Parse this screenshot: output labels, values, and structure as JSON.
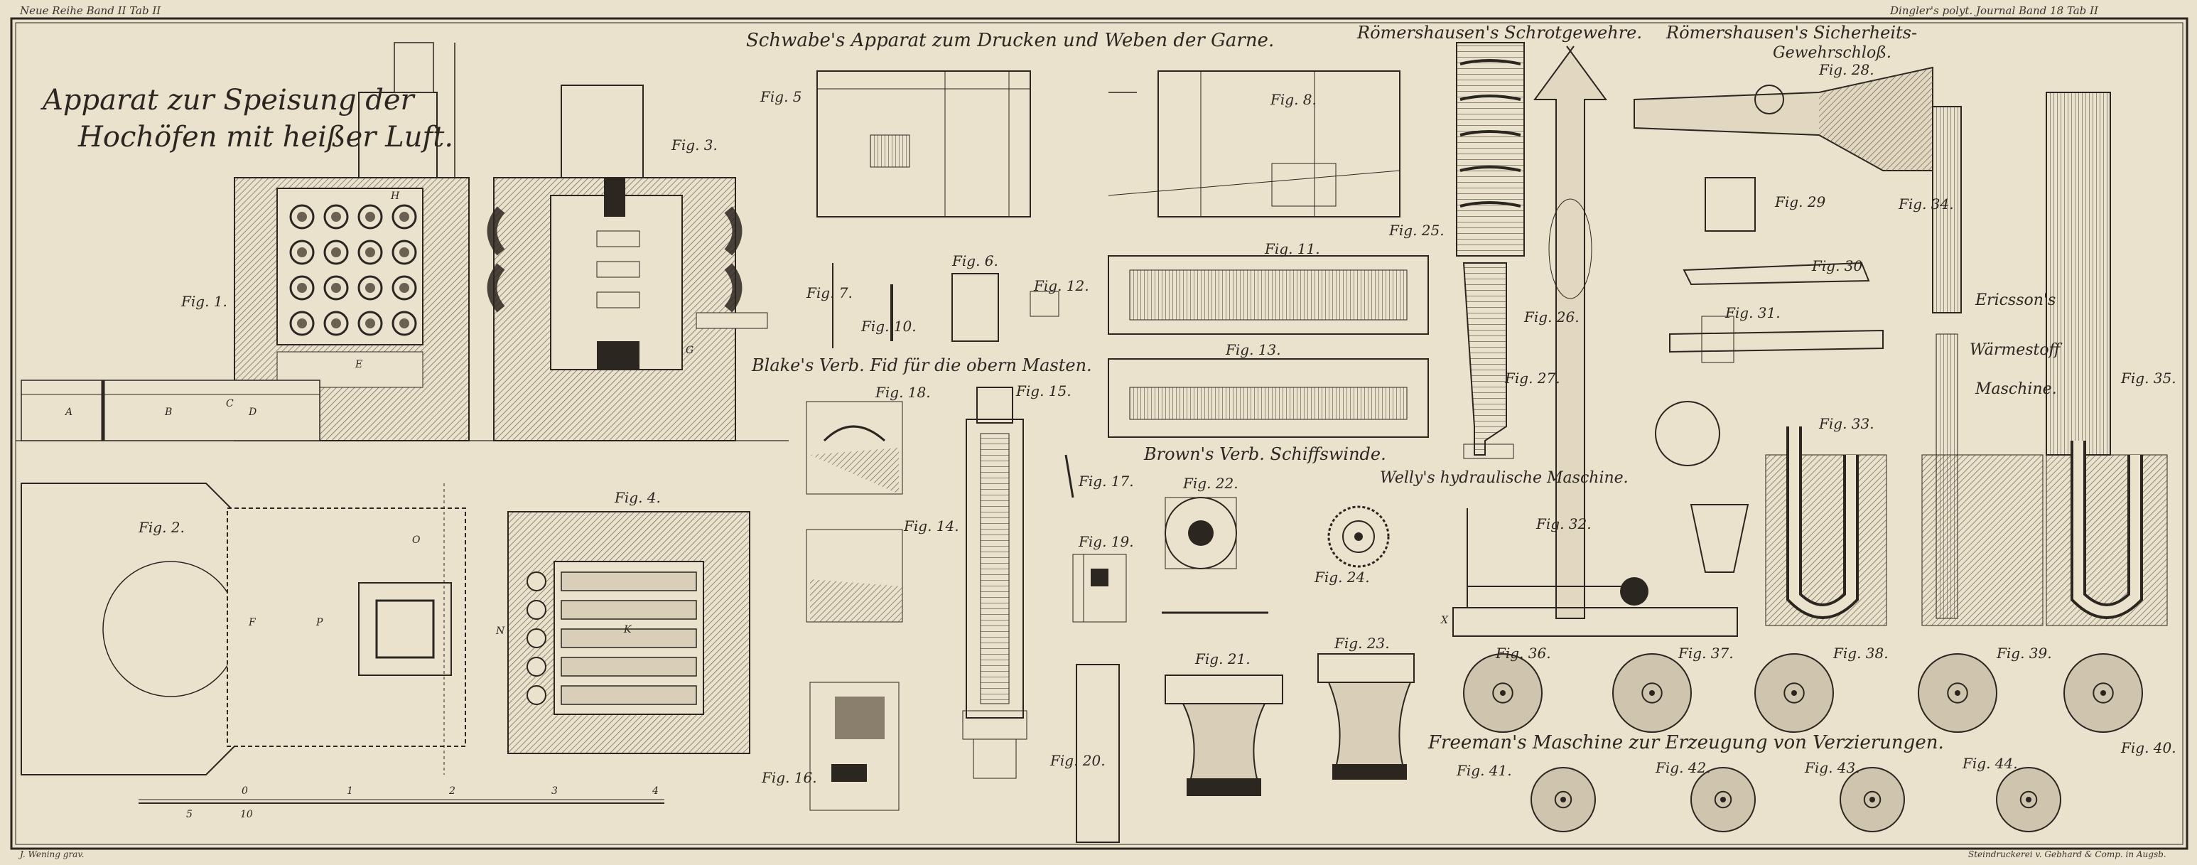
{
  "header": {
    "left": "Neue Reihe Band II Tab II",
    "right": "Dingler's polyt. Journal Band 18 Tab II"
  },
  "titles": {
    "apparat_line1": "Apparat zur Speisung der",
    "apparat_line2": "Hochöfen mit heißer Luft.",
    "schwabe": "Schwabe's Apparat zum Drucken und Weben der Garne.",
    "roemershausen": "Römershausen's Schrotgewehre.",
    "roemershausen_lock_line1": "Römershausen's Sicherheits-",
    "roemershausen_lock_line2": "Gewehrschloß.",
    "blake": "Blake's Verb. Fid für die obern Masten.",
    "brown": "Brown's Verb. Schiffswinde.",
    "welly": "Welly's hydraulische Maschine.",
    "ericsson_1": "Ericsson's",
    "ericsson_2": "Wärmestoff",
    "ericsson_3": "Maschine.",
    "freeman": "Freeman's Maschine zur Erzeugung von Verzierungen."
  },
  "figures": {
    "f1": "Fig. 1.",
    "f2": "Fig. 2.",
    "f3": "Fig. 3.",
    "f4": "Fig. 4.",
    "f5": "Fig. 5",
    "f6": "Fig. 6.",
    "f7": "Fig. 7.",
    "f8": "Fig. 8.",
    "f10": "Fig. 10.",
    "f11": "Fig. 11.",
    "f12": "Fig. 12.",
    "f13": "Fig. 13.",
    "f14": "Fig. 14.",
    "f15": "Fig. 15.",
    "f16": "Fig. 16.",
    "f17": "Fig. 17.",
    "f18": "Fig. 18.",
    "f19": "Fig. 19.",
    "f20": "Fig. 20.",
    "f21": "Fig. 21.",
    "f22": "Fig. 22.",
    "f23": "Fig. 23.",
    "f24": "Fig. 24.",
    "f25": "Fig. 25.",
    "f26": "Fig. 26.",
    "f27": "Fig. 27.",
    "f28": "Fig. 28.",
    "f29": "Fig. 29",
    "f30": "Fig. 30",
    "f31": "Fig. 31.",
    "f32": "Fig. 32.",
    "f33": "Fig. 33.",
    "f34": "Fig. 34.",
    "f35": "Fig. 35.",
    "f36": "Fig. 36.",
    "f37": "Fig. 37.",
    "f38": "Fig. 38.",
    "f39": "Fig. 39.",
    "f40": "Fig. 40.",
    "f41": "Fig. 41.",
    "f42": "Fig. 42.",
    "f43": "Fig. 43.",
    "f44": "Fig. 44."
  },
  "scale": {
    "t0": "0",
    "t1": "1",
    "t2": "2",
    "t3": "3",
    "t4": "4",
    "t5": "5",
    "t10": "10"
  },
  "letters": {
    "A": "A",
    "B": "B",
    "C": "C",
    "D": "D",
    "E": "E",
    "F": "F",
    "G": "G",
    "H": "H",
    "K": "K",
    "N": "N",
    "O": "O",
    "P": "P",
    "X": "X"
  },
  "footer": {
    "left": "J. Wening grav.",
    "right": "Steindruckerei v. Gebhard & Comp. in Augsb."
  },
  "colors": {
    "paper": "#ebe2cd",
    "ink": "#2b2620",
    "hatch": "#6b6152"
  }
}
